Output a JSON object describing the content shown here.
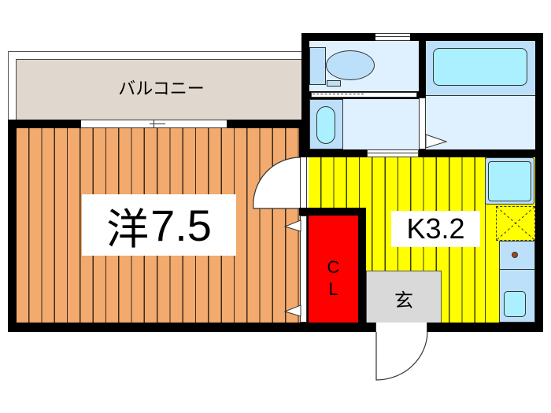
{
  "plan": {
    "rooms": {
      "balcony": {
        "label": "バルコニー",
        "color": "#e0d7ce"
      },
      "western": {
        "label_kanji": "洋",
        "label_size": "7.5",
        "color": "#f2aa6e"
      },
      "kitchen": {
        "label": "K3.2",
        "color": "#ffff00"
      },
      "closet": {
        "label_line1": "C",
        "label_line2": "L",
        "color": "#ff0000"
      },
      "entrance": {
        "label": "玄",
        "color": "#d9d9d9"
      },
      "toilet": {
        "color": "#dff0ff"
      },
      "washroom": {
        "color": "#dff0ff"
      },
      "bathroom": {
        "color": "#dff0ff",
        "tub_color": "#aaf0ff"
      }
    },
    "colors": {
      "wall": "#000000",
      "fixture_blue": "#bde0fa",
      "fixture_cyan": "#aaf0ff",
      "stove_dot": "#a0481a"
    }
  }
}
